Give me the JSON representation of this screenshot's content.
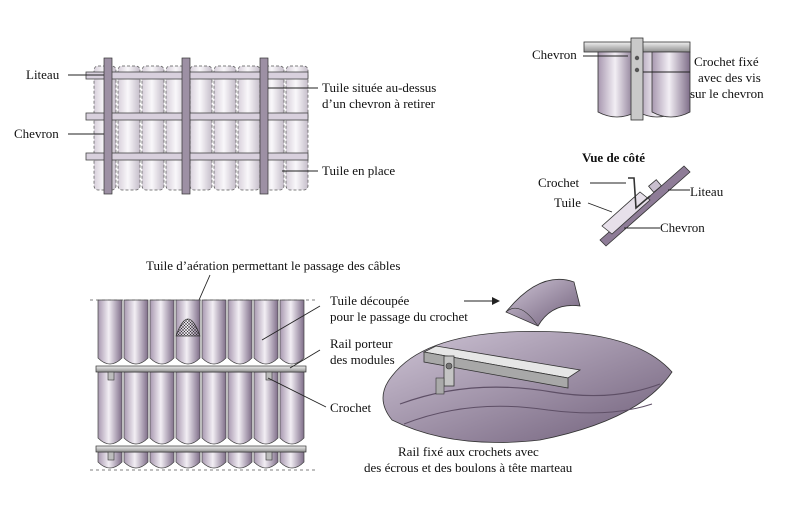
{
  "colors": {
    "tile_fill": "#e4dde8",
    "tile_shade": "#8e7c97",
    "tile_dark": "#5e4f66",
    "batten": "#c9bfcf",
    "metal": "#b9b9b9",
    "outline": "#222222"
  },
  "labels": {
    "liteau_top": "Liteau",
    "chevron_top": "Chevron",
    "tuile_retirer_1": "Tuile située au-dessus",
    "tuile_retirer_2": "d’un chevron à retirer",
    "tuile_place": "Tuile en place",
    "chevron_right": "Chevron",
    "crochet_fixe_1": "Crochet fixé",
    "crochet_fixe_2": "avec des vis",
    "crochet_fixe_3": "sur le chevron",
    "vue_cote": "Vue de côté",
    "crochet_side": "Crochet",
    "liteau_side": "Liteau",
    "tuile_side": "Tuile",
    "chevron_side": "Chevron",
    "tuile_aeration": "Tuile d’aération permettant le passage des câbles",
    "tuile_decoupee_1": "Tuile découpée",
    "tuile_decoupee_2": "pour le passage du crochet",
    "rail_porteur_1": "Rail porteur",
    "rail_porteur_2": "des modules",
    "crochet_bottom": "Crochet",
    "rail_fixe_1": "Rail fixé aux crochets avec",
    "rail_fixe_2": "des écrous et des boulons à tête marteau"
  },
  "icons": [
    "arrow-icon",
    "hook-icon",
    "screw-icon",
    "bolt-icon"
  ]
}
